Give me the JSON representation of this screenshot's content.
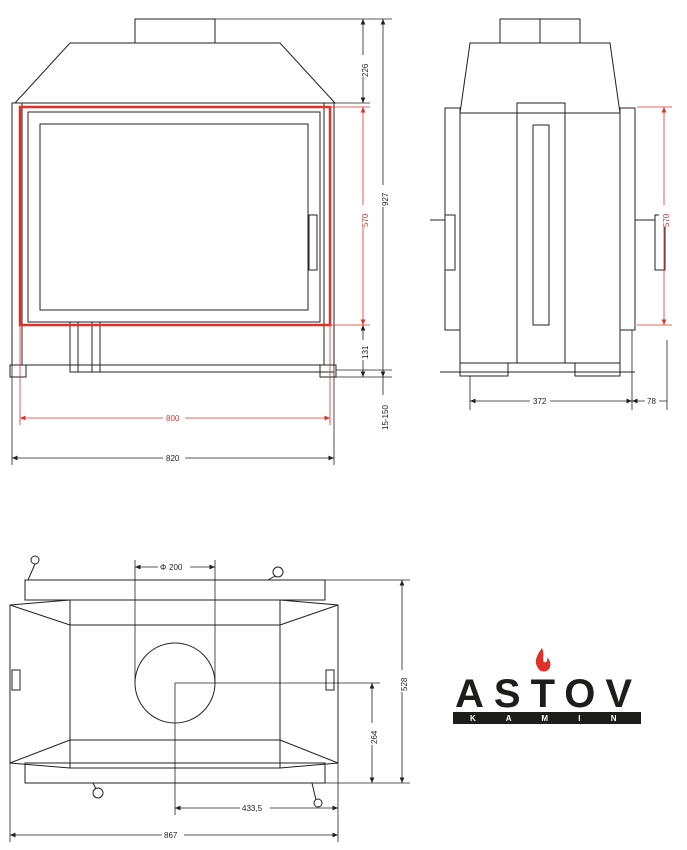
{
  "front_view": {
    "dim_height_total": "927",
    "dim_top": "226",
    "dim_glass_height": "570",
    "dim_bottom": "131",
    "dim_legs": "15-150",
    "dim_inner_width": "800",
    "dim_outer_width": "820"
  },
  "side_view": {
    "dim_glass_height": "570",
    "dim_depth": "372",
    "dim_offset": "78"
  },
  "top_view": {
    "dim_flue": "200",
    "dim_flue_symbol": "Φ",
    "dim_depth": "528",
    "dim_flue_y": "264",
    "dim_flue_x": "433,5",
    "dim_width": "867"
  },
  "logo": {
    "brand": "ASTOV",
    "sub": "K A M I N",
    "colors": {
      "dark": "#1d1d1b",
      "flame": "#e0302a"
    }
  },
  "colors": {
    "line": "#222222",
    "highlight": "#e0302a"
  }
}
